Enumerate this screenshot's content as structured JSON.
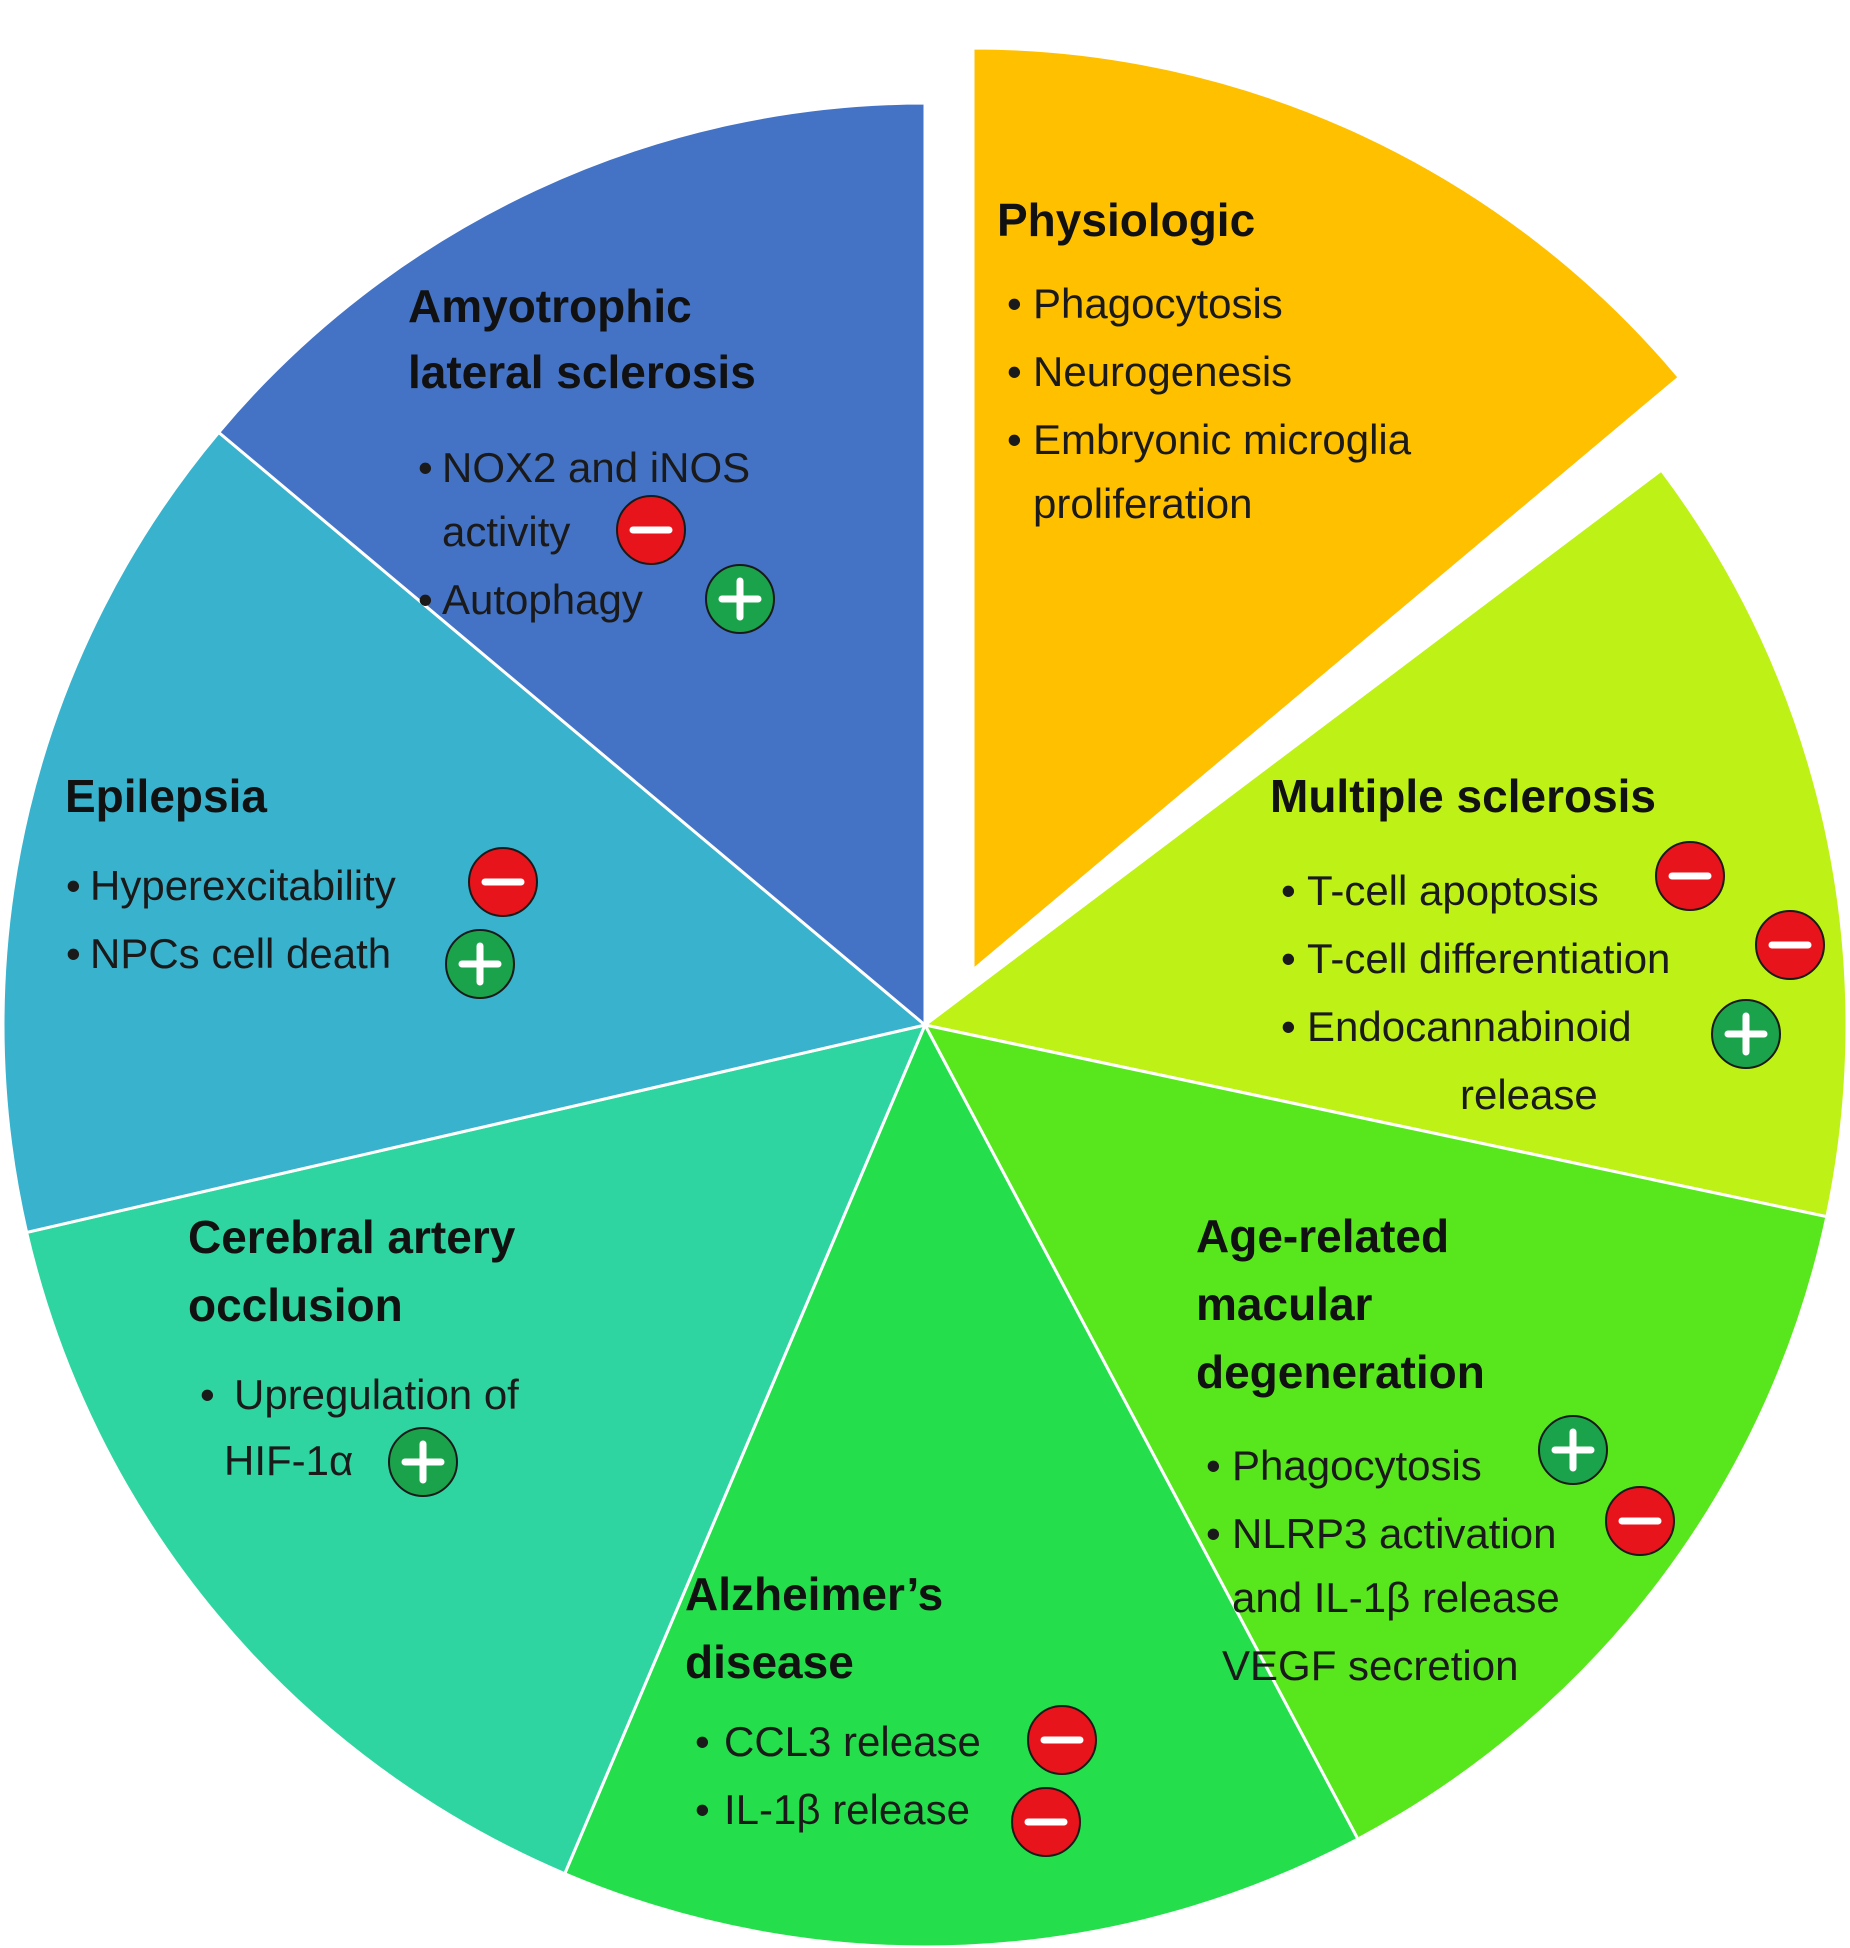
{
  "diagram": {
    "segments": [
      {
        "id": "physiologic",
        "color": "#FFC000",
        "exploded": true,
        "title": [
          "Physiologic"
        ],
        "items": [
          {
            "lines": [
              "Phagocytosis"
            ],
            "bullet": true,
            "sign": null
          },
          {
            "lines": [
              "Neurogenesis"
            ],
            "bullet": true,
            "sign": null
          },
          {
            "lines": [
              "Embryonic microglia",
              "proliferation"
            ],
            "bullet": true,
            "sign": null
          }
        ]
      },
      {
        "id": "multiple-sclerosis",
        "color": "#BEF116",
        "title": [
          "Multiple  sclerosis"
        ],
        "items": [
          {
            "lines": [
              "T-cell apoptosis"
            ],
            "bullet": true,
            "sign": "minus"
          },
          {
            "lines": [
              "T-cell differentiation"
            ],
            "bullet": true,
            "sign": "minus"
          },
          {
            "lines": [
              "Endocannabinoid",
              "release"
            ],
            "bullet": true,
            "sign": "plus"
          }
        ]
      },
      {
        "id": "amd",
        "color": "#58E71C",
        "title": [
          "Age-related",
          "macular",
          "degeneration"
        ],
        "items": [
          {
            "lines": [
              "Phagocytosis"
            ],
            "bullet": true,
            "sign": "plus"
          },
          {
            "lines": [
              "NLRP3 activation",
              "and IL-1β release"
            ],
            "bullet": true,
            "sign": "minus"
          },
          {
            "lines": [
              "VEGF secretion"
            ],
            "bullet": false,
            "sign": null
          }
        ]
      },
      {
        "id": "alzheimers",
        "color": "#24DF4B",
        "title": [
          "Alzheimer’s",
          "disease"
        ],
        "items": [
          {
            "lines": [
              "CCL3 release"
            ],
            "bullet": true,
            "sign": "minus"
          },
          {
            "lines": [
              "IL-1β release"
            ],
            "bullet": true,
            "sign": "minus"
          }
        ]
      },
      {
        "id": "cerebral-artery-occlusion",
        "color": "#2FD5A0",
        "title": [
          "Cerebral artery",
          "occlusion"
        ],
        "items": [
          {
            "lines": [
              "Upregulation of",
              "HIF-1α"
            ],
            "bullet": true,
            "sign": "plus"
          }
        ]
      },
      {
        "id": "epilepsia",
        "color": "#39B2CD",
        "title": [
          "Epilepsia"
        ],
        "items": [
          {
            "lines": [
              "Hyperexcitability"
            ],
            "bullet": true,
            "sign": "minus"
          },
          {
            "lines": [
              "NPCs cell death"
            ],
            "bullet": true,
            "sign": "plus"
          }
        ]
      },
      {
        "id": "als",
        "color": "#4472C4",
        "title": [
          "Amyotrophic",
          "lateral sclerosis"
        ],
        "items": [
          {
            "lines": [
              "NOX2 and iNOS",
              "activity"
            ],
            "bullet": true,
            "sign": "minus"
          },
          {
            "lines": [
              "Autophagy"
            ],
            "bullet": true,
            "sign": "plus"
          }
        ]
      }
    ],
    "badge_colors": {
      "plus": "#1AA34A",
      "minus": "#E8141B"
    }
  }
}
